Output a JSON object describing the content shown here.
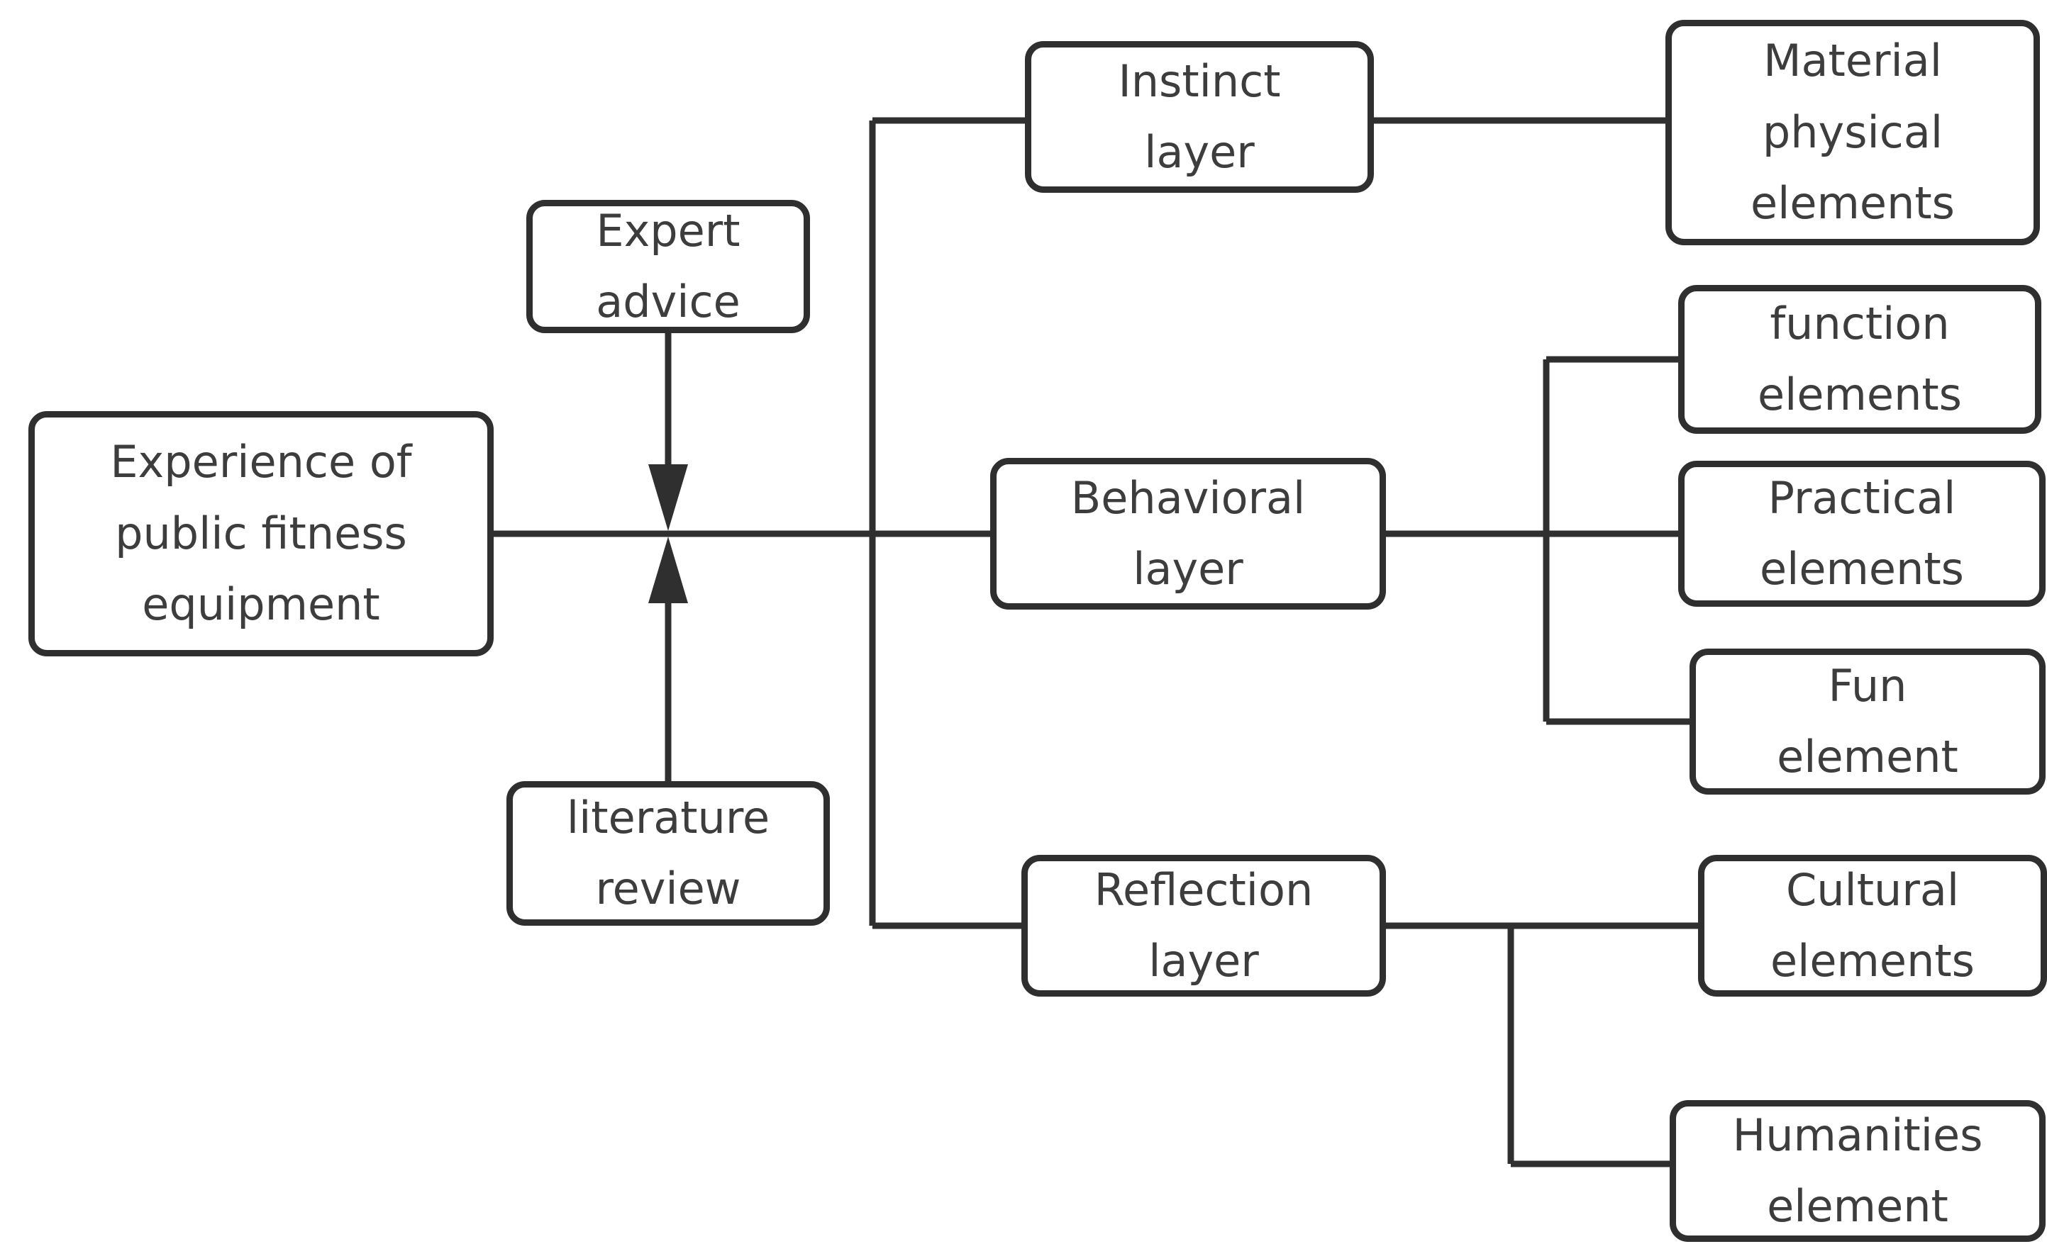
{
  "diagram": {
    "type": "flowchart",
    "background_color": "#ffffff",
    "line_color": "#2f2f2f",
    "text_color": "#3d3d3d",
    "nodes": {
      "experience": {
        "label": "Experience of\npublic fitness\nequipment"
      },
      "expert": {
        "label": "Expert\nadvice"
      },
      "literature": {
        "label": "literature\nreview"
      },
      "instinct": {
        "label": "Instinct\nlayer"
      },
      "material": {
        "label": "Material\nphysical\nelements"
      },
      "behavioral": {
        "label": "Behavioral\nlayer"
      },
      "function": {
        "label": "function\nelements"
      },
      "practical": {
        "label": "Practical\nelements"
      },
      "fun": {
        "label": "Fun\nelement"
      },
      "reflection": {
        "label": "Reflection\nlayer"
      },
      "cultural": {
        "label": "Cultural\nelements"
      },
      "humanities": {
        "label": "Humanities\nelement"
      }
    },
    "edges": [
      {
        "from": "expert",
        "to": "main-line",
        "style": "arrow-down"
      },
      {
        "from": "literature",
        "to": "main-line",
        "style": "arrow-up"
      },
      {
        "from": "experience",
        "to": "instinct",
        "style": "line"
      },
      {
        "from": "experience",
        "to": "behavioral",
        "style": "line"
      },
      {
        "from": "experience",
        "to": "reflection",
        "style": "line"
      },
      {
        "from": "instinct",
        "to": "material",
        "style": "line"
      },
      {
        "from": "behavioral",
        "to": "function",
        "style": "line"
      },
      {
        "from": "behavioral",
        "to": "practical",
        "style": "line"
      },
      {
        "from": "behavioral",
        "to": "fun",
        "style": "line"
      },
      {
        "from": "reflection",
        "to": "cultural",
        "style": "line"
      },
      {
        "from": "reflection",
        "to": "humanities",
        "style": "line"
      }
    ]
  }
}
